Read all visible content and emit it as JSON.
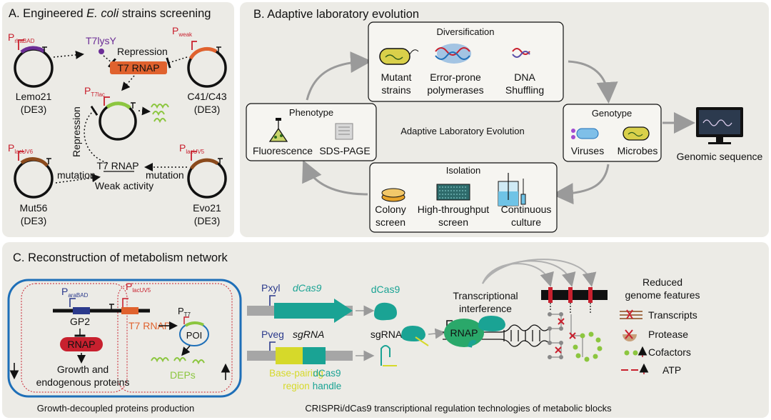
{
  "panel_a": {
    "title_prefix": "A. Engineered ",
    "title_italic": "E. coli",
    "title_suffix": " strains screening",
    "p_rhabad": "P",
    "p_rhabad_sub": "rhaBAD",
    "p_weak": "P",
    "p_weak_sub": "weak",
    "p_t7lac": "P",
    "p_t7lac_sub": "T7lac",
    "p_lacuv6": "P",
    "p_lacuv6_sub": "lacUV6",
    "p_lacuv5": "P",
    "p_lacuv5_sub": "lacUV5",
    "t7lysy": "T7lysY",
    "repression_top": "Repression",
    "t7rnap_top": "T7 RNAP",
    "repression_side": "Repression",
    "t7rnap_bottom": "T7 RNAP",
    "weak_activity": "Weak activity",
    "mutation_left": "mutation",
    "mutation_right": "mutation",
    "lemo21": "Lemo21",
    "lemo21_de3": "(DE3)",
    "c41": "C41/C43",
    "c41_de3": "(DE3)",
    "mut56": "Mut56",
    "mut56_de3": "(DE3)",
    "evo21": "Evo21",
    "evo21_de3": "(DE3)"
  },
  "panel_b": {
    "title": "B. Adaptive laboratory evolution",
    "diversification": "Diversification",
    "mutant_1": "Mutant",
    "mutant_2": "strains",
    "error_1": "Error-prone",
    "error_2": "polymerases",
    "dna_1": "DNA",
    "dna_2": "Shuffling",
    "phenotype": "Phenotype",
    "fluorescence": "Fluorescence",
    "sds": "SDS-PAGE",
    "center": "Adaptive Laboratory Evolution",
    "genotype": "Genotype",
    "viruses": "Viruses",
    "microbes": "Microbes",
    "genomic": "Genomic sequence",
    "isolation": "Isolation",
    "colony_1": "Colony",
    "colony_2": "screen",
    "ht_1": "High-throughput",
    "ht_2": "screen",
    "cont_1": "Continuous",
    "cont_2": "culture"
  },
  "panel_c": {
    "title": "C. Reconstruction of metabolism network",
    "p_arabad": "P",
    "p_arabad_sub": "araBAD",
    "p_lacuv5": "P",
    "p_lacuv5_sub": "lacUV5",
    "p_t7": "P",
    "p_t7_sub": "T7",
    "gp2": "GP2",
    "rnap": "RNAP",
    "t7rnap": "T7 RNAP",
    "poi": "POI",
    "growth_1": "Growth and",
    "growth_2": "endogenous proteins",
    "deps": "DEPs",
    "caption_left": "Growth-decoupled proteins production",
    "pxyl": "Pxyl",
    "dcas9_gene": "dCas9",
    "dcas9_protein": "dCas9",
    "pveg": "Pveg",
    "sgrna_gene": "sgRNA",
    "sgrna": "sgRNA",
    "base_1": "Base-pairing",
    "base_2": "region",
    "handle_1": "dCas9",
    "handle_2": "handle",
    "interf_1": "Transcriptional",
    "interf_2": "interference",
    "rnap_complex": "RNAP",
    "reduced_1": "Reduced",
    "reduced_2": "genome features",
    "transcripts": "Transcripts",
    "protease": "Protease",
    "cofactors": "Cofactors",
    "atp": "ATP",
    "caption_right": "CRISPRi/dCas9 transcriptional regulation technologies of metabolic blocks"
  },
  "colors": {
    "panel_bg": "#ecebe6",
    "purple": "#6b2d96",
    "orange": "#e0622e",
    "green": "#8cc63f",
    "brown": "#8b4a1c",
    "teal": "#1aa394",
    "blue": "#1e6fb8",
    "red": "#c8202e",
    "yellow": "#d6d92a",
    "navy": "#2b3a8c"
  }
}
